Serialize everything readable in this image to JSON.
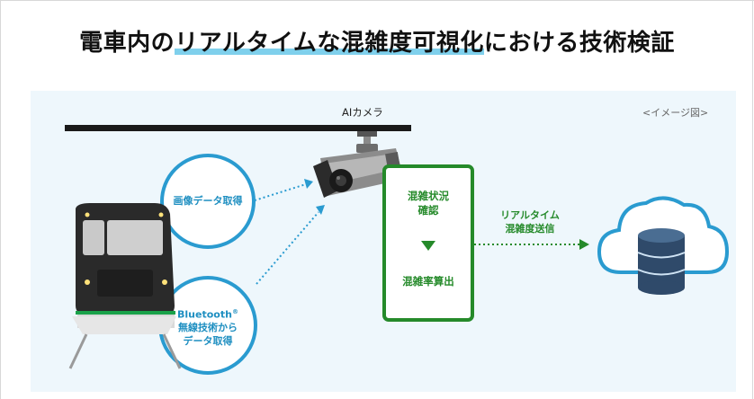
{
  "title": {
    "prefix": "電車内の",
    "highlight": "リアルタイムな混雑度可視化",
    "suffix": "における技術検証"
  },
  "image_note": "<イメージ図>",
  "camera_label": "AIカメラ",
  "bubble_image": "画像データ取得",
  "bubble_bt": {
    "brand": "Bluetooth",
    "reg_mark": "®",
    "line2": "無線技術から",
    "line3": "データ取得"
  },
  "process": {
    "step1_line1": "混雑状況",
    "step1_line2": "確認",
    "step2": "混雑率算出"
  },
  "send_label": {
    "line1": "リアルタイム",
    "line2": "混雑度送信"
  },
  "colors": {
    "accent_blue": "#1f8fc1",
    "accent_green": "#258a2a",
    "panel_bg": "#eef7fc",
    "title_highlight": "#7fd0ec"
  },
  "icons": [
    "train-icon",
    "ai-camera-icon",
    "cloud-icon",
    "database-icon",
    "arrow-down-icon"
  ]
}
